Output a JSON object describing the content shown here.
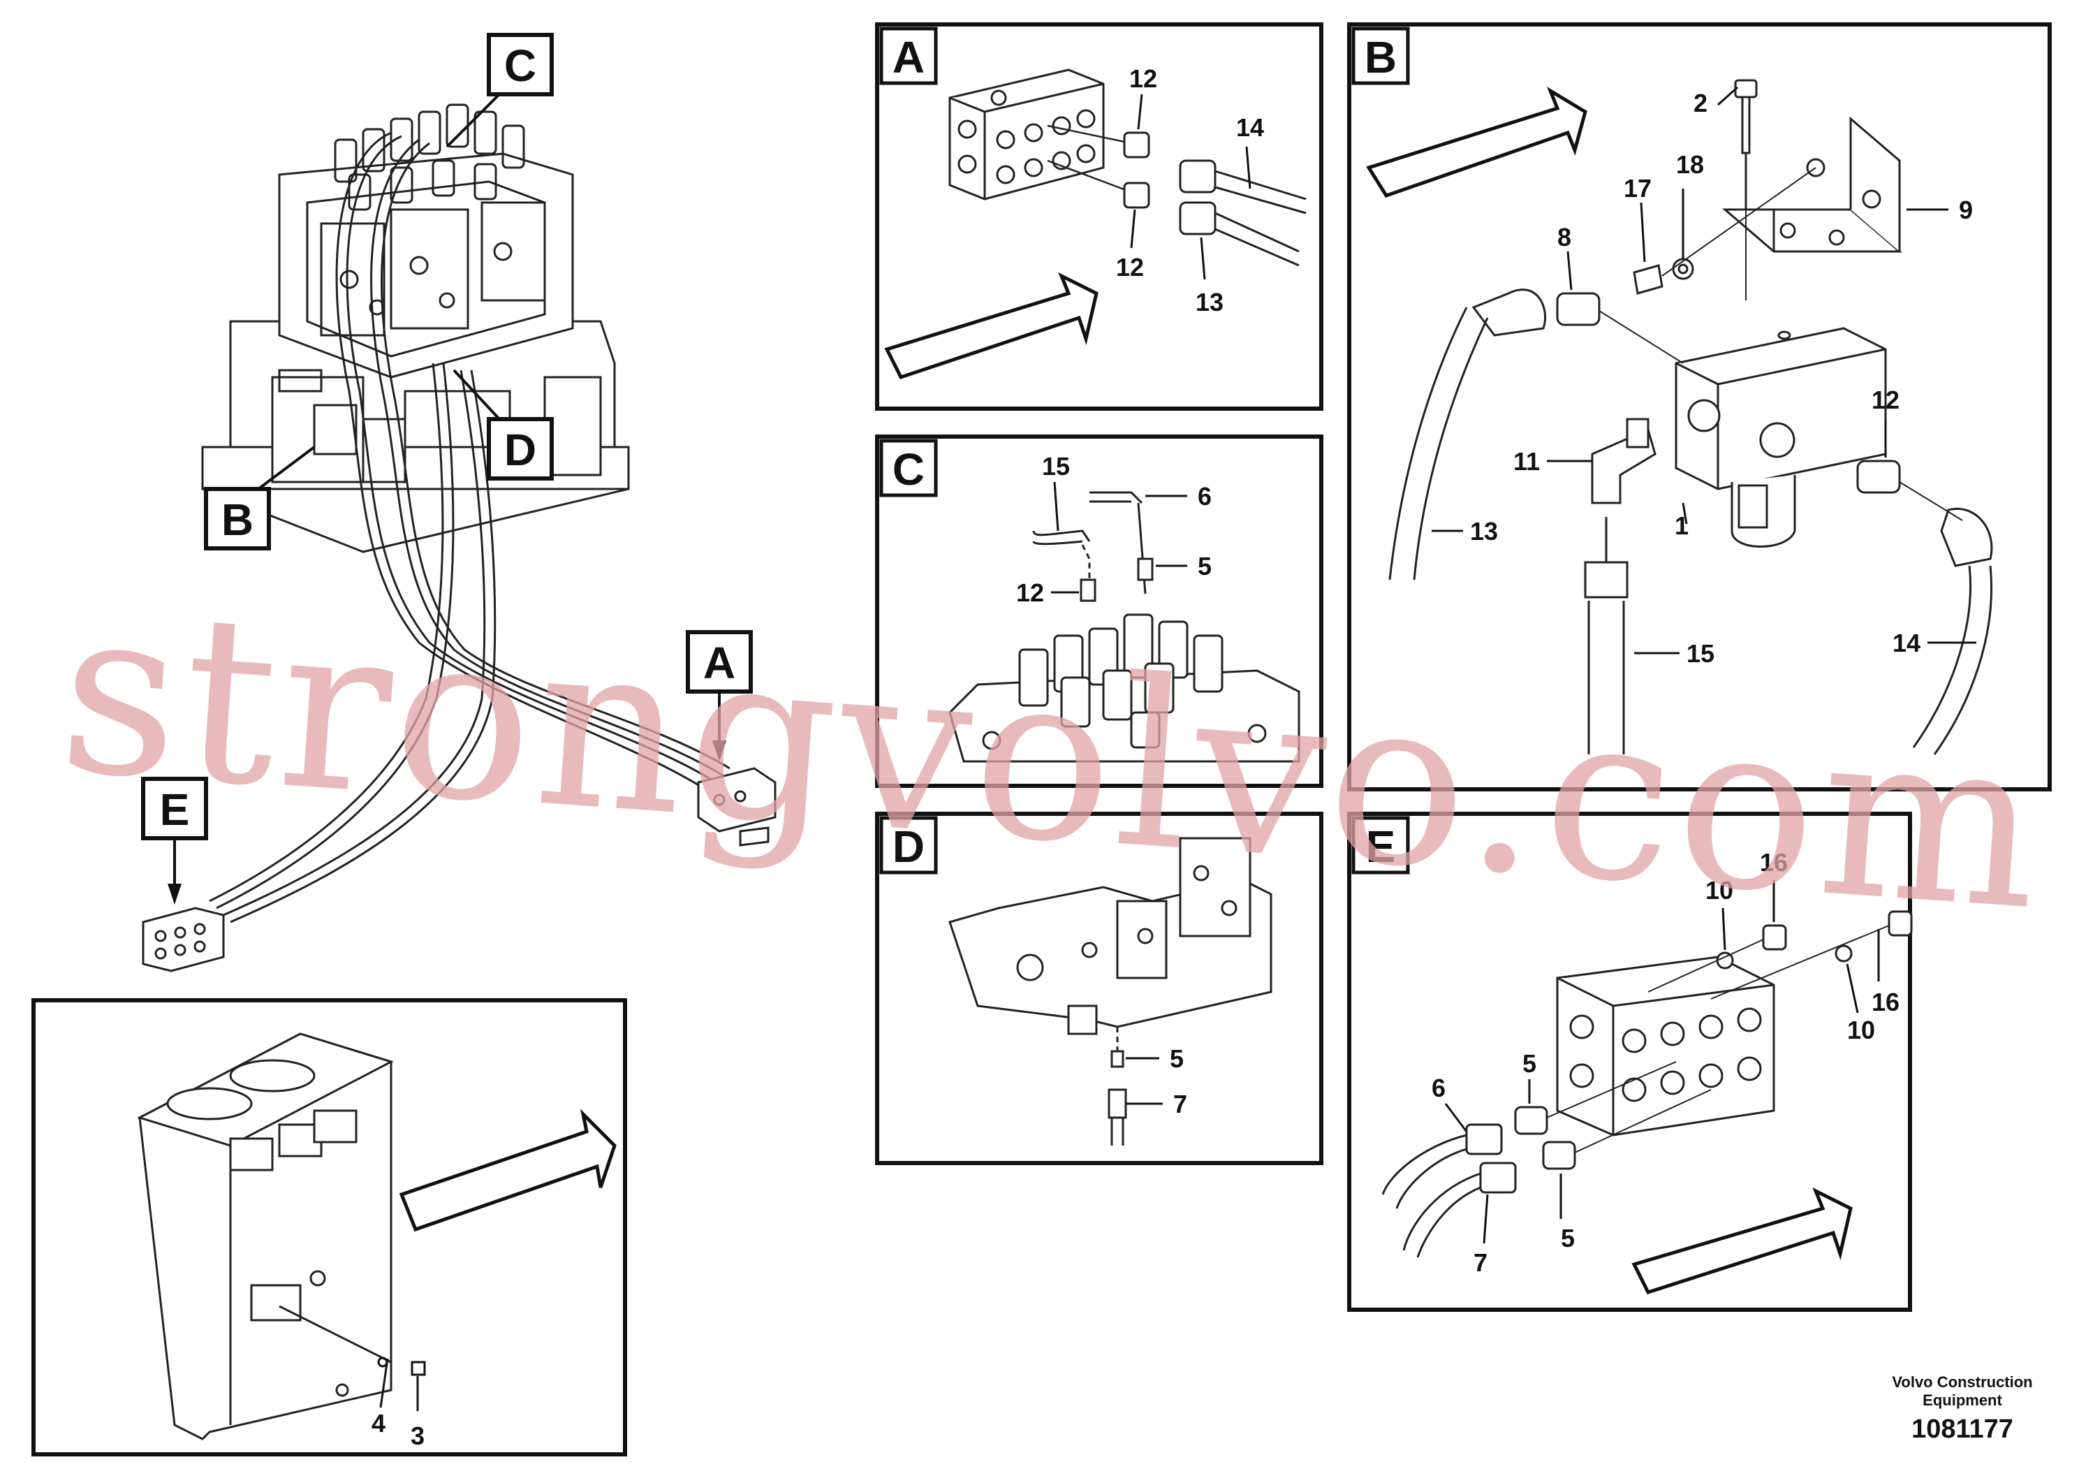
{
  "detail_letters": [
    "A",
    "B",
    "C",
    "D",
    "E"
  ],
  "callouts": [
    "1",
    "2",
    "3",
    "4",
    "5",
    "6",
    "7",
    "8",
    "9",
    "10",
    "11",
    "12",
    "13",
    "14",
    "15",
    "16",
    "17",
    "18"
  ],
  "watermark": "strongvolvo.com",
  "footer": {
    "company_line1": "Volvo Construction",
    "company_line2": "Equipment",
    "drawing_number": "1081177"
  }
}
